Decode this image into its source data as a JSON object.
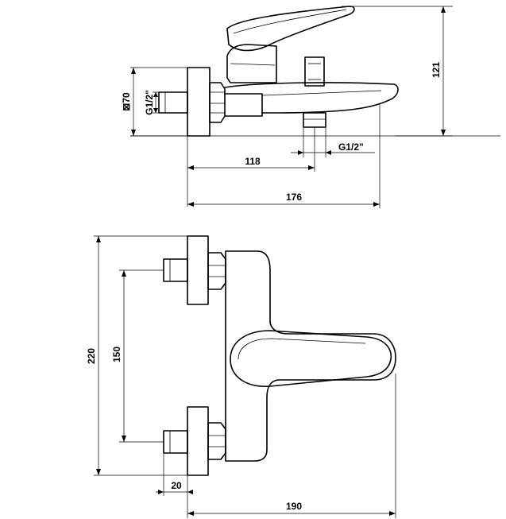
{
  "side_view": {
    "dims": {
      "height_121": "121",
      "square_70": "⊠70",
      "thread_inlet": "G1/2\"",
      "thread_outlet": "G1/2\"",
      "len_118": "118",
      "len_176": "176"
    }
  },
  "front_view": {
    "dims": {
      "height_220": "220",
      "spacing_150": "150",
      "depth_20": "20",
      "width_190": "190"
    }
  }
}
